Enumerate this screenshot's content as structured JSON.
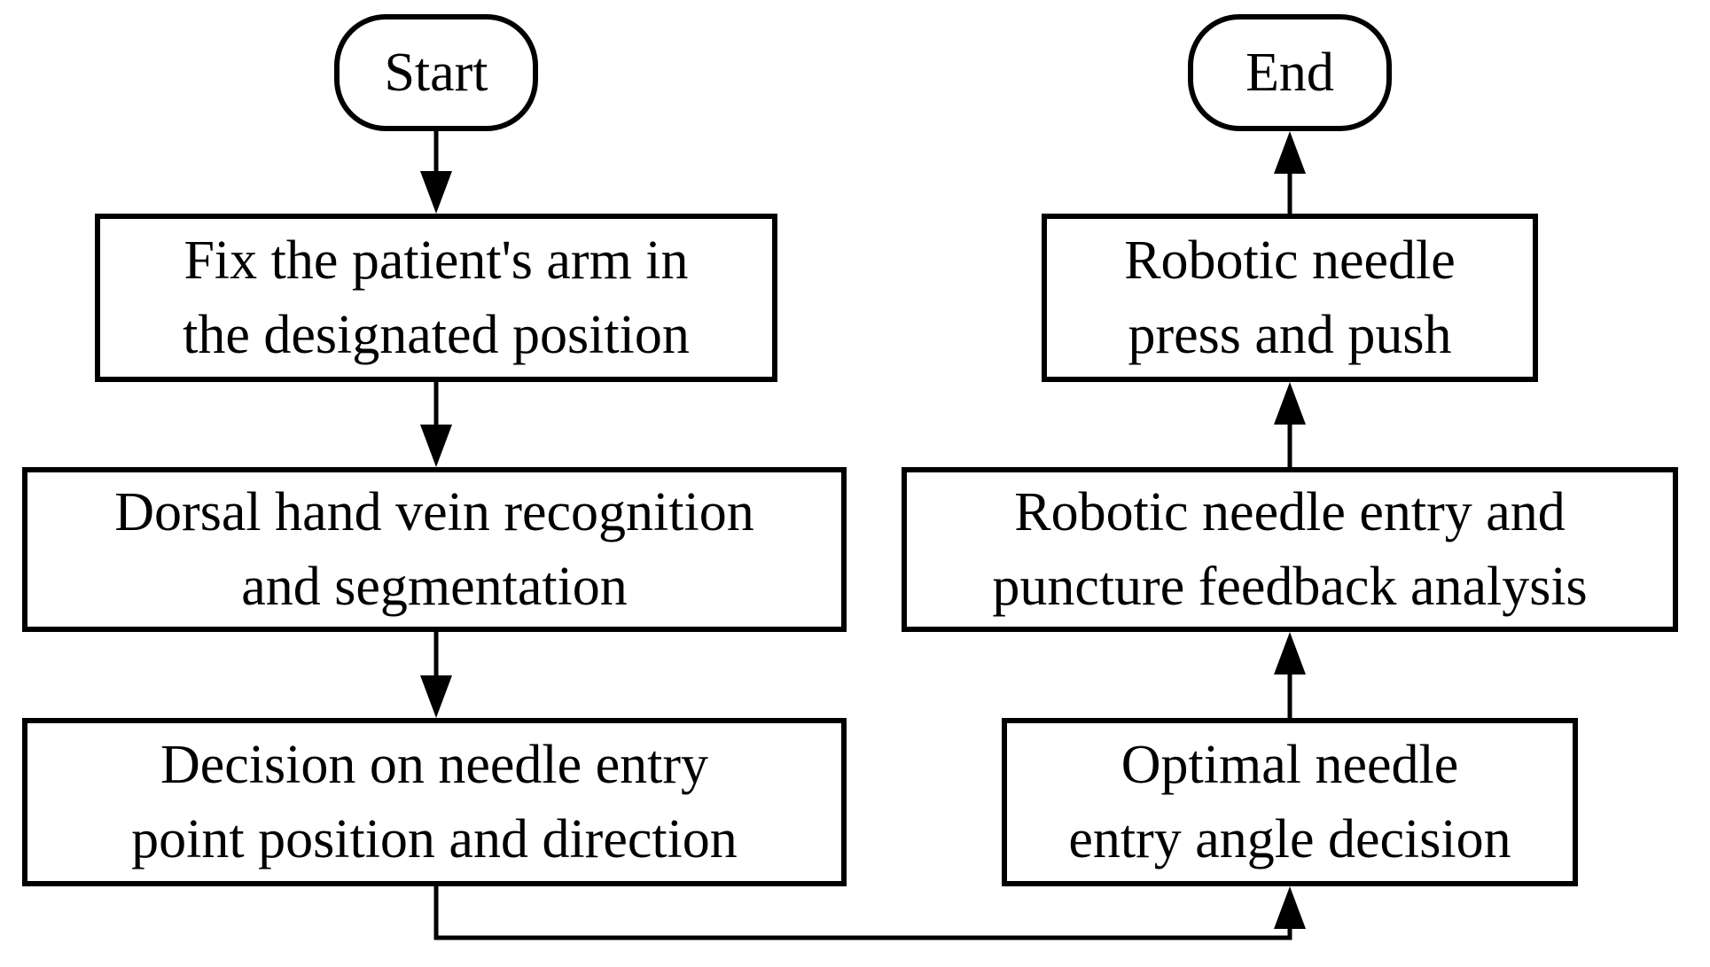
{
  "diagram": {
    "type": "flowchart",
    "background_color": "#ffffff",
    "stroke_color": "#000000",
    "nodes": {
      "start": {
        "label": "Start",
        "shape": "terminator"
      },
      "end": {
        "label": "End",
        "shape": "terminator"
      },
      "fix_arm": {
        "shape": "process",
        "line1": "Fix the patient's arm in",
        "line2": "the designated position"
      },
      "vein_recognition": {
        "shape": "process",
        "line1": "Dorsal hand vein recognition",
        "line2": "and segmentation"
      },
      "entry_point": {
        "shape": "process",
        "line1": "Decision on needle entry",
        "line2": "point position and direction"
      },
      "press_push": {
        "shape": "process",
        "line1": "Robotic needle",
        "line2": "press and push"
      },
      "entry_feedback": {
        "shape": "process",
        "line1": "Robotic needle entry and",
        "line2": "puncture feedback analysis"
      },
      "entry_angle": {
        "shape": "process",
        "line1": "Optimal needle",
        "line2": "entry angle decision"
      }
    },
    "edges": [
      {
        "from": "start",
        "to": "fix_arm",
        "direction": "down"
      },
      {
        "from": "fix_arm",
        "to": "vein_recognition",
        "direction": "down"
      },
      {
        "from": "vein_recognition",
        "to": "entry_point",
        "direction": "down"
      },
      {
        "from": "entry_point",
        "to": "entry_angle",
        "direction": "elbow-right-up"
      },
      {
        "from": "entry_angle",
        "to": "entry_feedback",
        "direction": "up"
      },
      {
        "from": "entry_feedback",
        "to": "press_push",
        "direction": "up"
      },
      {
        "from": "press_push",
        "to": "end",
        "direction": "up"
      }
    ]
  }
}
